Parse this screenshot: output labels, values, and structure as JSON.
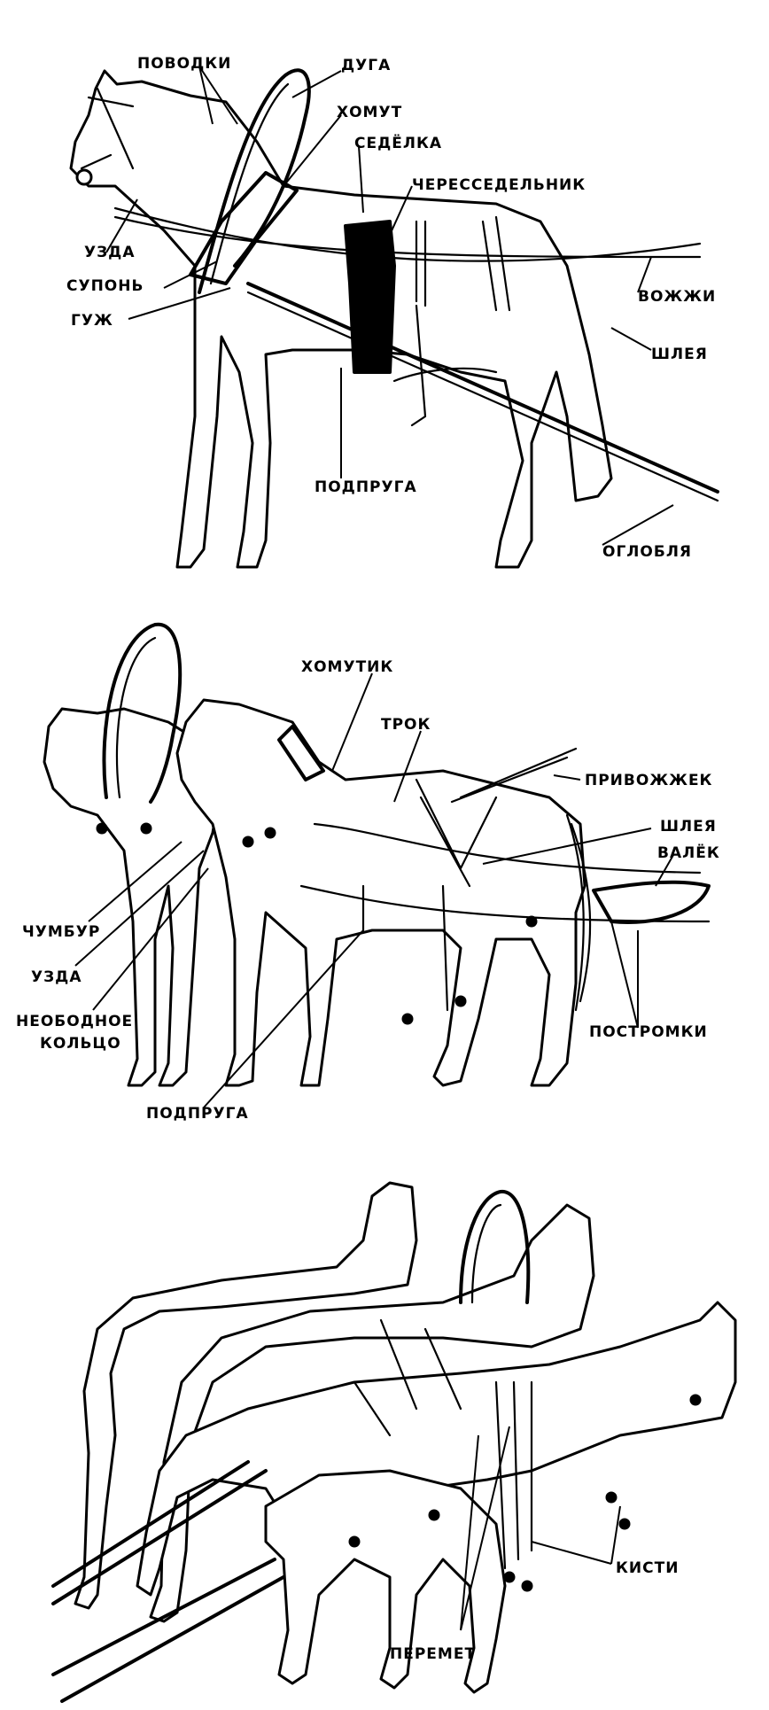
{
  "panel1": {
    "labels": {
      "povodki": "ПОВОДКИ",
      "duga": "ДУГА",
      "homut": "ХОМУТ",
      "sedelka": "СЕДЁЛКА",
      "cheresedelnik": "ЧЕРЕССЕДЕЛЬНИК",
      "uzda": "УЗДА",
      "supon": "СУПОНЬ",
      "guzh": "ГУЖ",
      "vozhzhi": "ВОЖЖИ",
      "shleya": "ШЛЕЯ",
      "podpruga": "ПОДПРУГА",
      "oglobla": "ОГЛОБЛЯ"
    }
  },
  "panel2": {
    "labels": {
      "homutik": "ХОМУТИК",
      "trok": "ТРОК",
      "privozhzhek": "ПРИВОЖЖЕК",
      "shleya": "ШЛЕЯ",
      "valek": "ВАЛЁК",
      "chumbur": "ЧУМБУР",
      "uzda": "УЗДА",
      "neobodnoe1": "НЕОБОДНОЕ",
      "neobodnoe2": "КОЛЬЦО",
      "postromki": "ПОСТРОМКИ",
      "podpruga": "ПОДПРУГА"
    }
  },
  "panel3": {
    "labels": {
      "kisti": "КИСТИ",
      "peremet": "ПЕРЕМЕТ"
    }
  }
}
